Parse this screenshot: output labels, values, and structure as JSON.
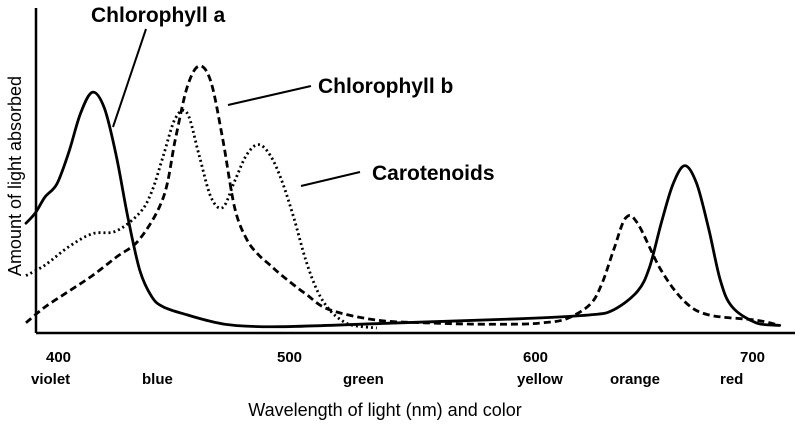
{
  "chart_data": {
    "type": "line",
    "xlabel": "Wavelength of light (nm) and color",
    "ylabel": "Amount of light absorbed",
    "xlim": [
      392,
      713
    ],
    "ylim": [
      0,
      1
    ],
    "x_ticks": [
      "400",
      "500",
      "600",
      "700"
    ],
    "color_labels": [
      "violet",
      "blue",
      "green",
      "yellow",
      "orange",
      "red"
    ],
    "series": [
      {
        "name": "Chlorophyll a",
        "style": "solid",
        "x": [
          392,
          396,
          400,
          405,
          410,
          415,
          420,
          425,
          430,
          435,
          440,
          445,
          450,
          460,
          470,
          480,
          500,
          550,
          600,
          630,
          640,
          650,
          655,
          660,
          665,
          670,
          675,
          680,
          685,
          690,
          700,
          710
        ],
        "y": [
          0.4,
          0.44,
          0.5,
          0.55,
          0.67,
          0.82,
          0.9,
          0.84,
          0.66,
          0.42,
          0.22,
          0.12,
          0.08,
          0.05,
          0.025,
          0.01,
          0.005,
          0.02,
          0.035,
          0.05,
          0.07,
          0.14,
          0.23,
          0.4,
          0.55,
          0.62,
          0.55,
          0.38,
          0.18,
          0.08,
          0.02,
          0.01
        ]
      },
      {
        "name": "Chlorophyll b",
        "style": "dashed",
        "x": [
          392,
          400,
          410,
          420,
          430,
          440,
          450,
          455,
          460,
          465,
          470,
          475,
          480,
          485,
          490,
          495,
          500,
          510,
          520,
          540,
          560,
          580,
          600,
          610,
          620,
          630,
          635,
          640,
          645,
          650,
          660,
          670,
          680,
          700,
          710
        ],
        "y": [
          0.02,
          0.08,
          0.14,
          0.2,
          0.27,
          0.34,
          0.5,
          0.72,
          0.92,
          1.0,
          0.94,
          0.72,
          0.46,
          0.34,
          0.28,
          0.24,
          0.2,
          0.13,
          0.07,
          0.03,
          0.02,
          0.015,
          0.015,
          0.02,
          0.035,
          0.09,
          0.17,
          0.3,
          0.42,
          0.4,
          0.22,
          0.1,
          0.05,
          0.03,
          0.01
        ]
      },
      {
        "name": "Carotenoids",
        "style": "dotted",
        "x": [
          392,
          400,
          410,
          420,
          430,
          440,
          445,
          450,
          455,
          460,
          465,
          470,
          475,
          480,
          485,
          490,
          495,
          500,
          505,
          510,
          515,
          520,
          525,
          530,
          540
        ],
        "y": [
          0.2,
          0.24,
          0.31,
          0.36,
          0.37,
          0.44,
          0.52,
          0.66,
          0.8,
          0.82,
          0.66,
          0.5,
          0.46,
          0.56,
          0.66,
          0.7,
          0.66,
          0.56,
          0.42,
          0.26,
          0.14,
          0.07,
          0.03,
          0.01,
          0.0
        ]
      }
    ]
  }
}
